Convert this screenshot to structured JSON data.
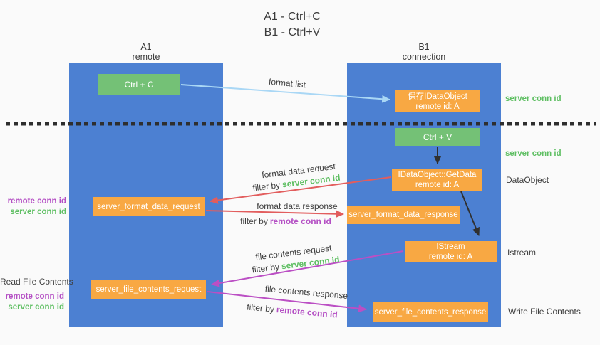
{
  "title": {
    "line1": "A1 - Ctrl+C",
    "line2": "B1 - Ctrl+V"
  },
  "lanes": {
    "left": {
      "name": "A1",
      "subtitle": "remote"
    },
    "right": {
      "name": "B1",
      "subtitle": "connection"
    }
  },
  "nodes": {
    "ctrl_c": {
      "label": "Ctrl + C"
    },
    "ctrl_v": {
      "label": "Ctrl + V"
    },
    "save_dataobject": {
      "line1": "保存IDataObject",
      "line2": "remote id: A"
    },
    "getdata": {
      "line1": "IDataObject::GetData",
      "line2": "remote id: A"
    },
    "istream": {
      "line1": "IStream",
      "line2": "remote id: A"
    },
    "server_format_data_request": {
      "label": "server_format_data_request"
    },
    "server_format_data_response": {
      "label": "server_format_data_response"
    },
    "server_file_contents_request": {
      "label": "server_file_contents_request"
    },
    "server_file_contents_response": {
      "label": "server_file_contents_response"
    }
  },
  "flow_labels": {
    "format_list": "format list",
    "format_data_request": "format data request",
    "format_data_response": "format data response",
    "file_contents_request": "file contents request",
    "file_contents_response": "file contents response",
    "filter_by": "filter by",
    "server_conn_id": "server conn id",
    "remote_conn_id": "remote conn id"
  },
  "side_labels": {
    "server_conn_id": "server conn id",
    "remote_conn_id": "remote conn id",
    "dataobject": "DataObject",
    "istream": "Istream",
    "read_file_contents": "Read File Contents",
    "write_file_contents": "Write File Contents"
  },
  "colors": {
    "background": "#fafafa",
    "lane_blue": "#4c80d2",
    "node_green": "#74c176",
    "node_orange": "#f8a843",
    "arrow_lightblue": "#a9d7f5",
    "arrow_red": "#e25d5d",
    "arrow_magenta": "#bb4fc4",
    "arrow_black": "#303030",
    "text_green": "#5fbf63",
    "text_purple": "#b44fc4",
    "text_dark": "#3f3f3f"
  }
}
